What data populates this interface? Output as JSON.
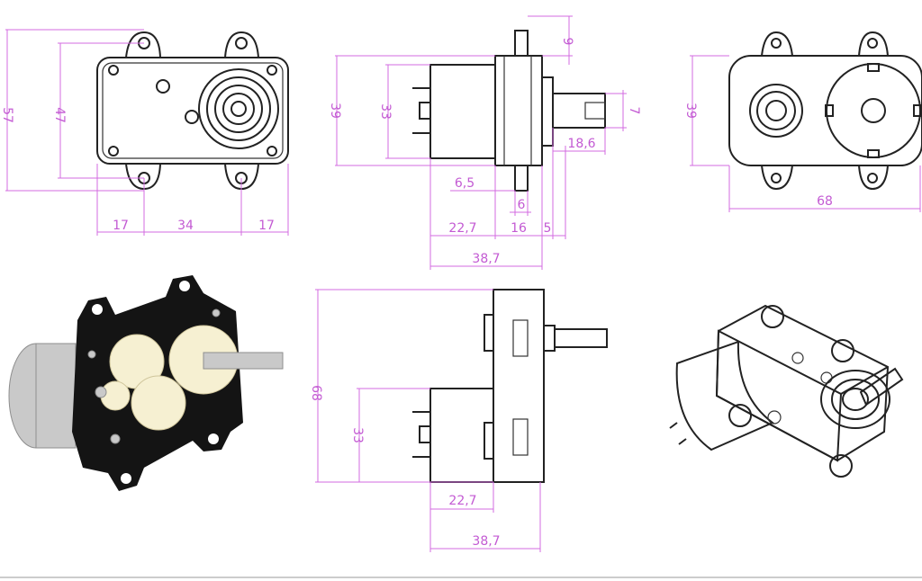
{
  "front_view": {
    "height_outer": "57",
    "height_inner": "47",
    "seg_left": "17",
    "seg_mid": "34",
    "seg_right": "17"
  },
  "side_view": {
    "top": "9",
    "body_height": "39",
    "motor_height": "33",
    "shaft_flat": "7",
    "shaft_length": "18,6",
    "terminal_offset": "6,5",
    "flange": "6",
    "motor_length": "22,7",
    "gearbox_width": "16",
    "shaft_base": "5",
    "total_length": "38,7"
  },
  "back_view": {
    "height": "39",
    "width": "68"
  },
  "bottom_view": {
    "height": "68",
    "motor_height": "33",
    "motor_length": "22,7",
    "total_length": "38,7"
  },
  "colors": {
    "dimension": "#d36be0",
    "outline": "#222222"
  }
}
